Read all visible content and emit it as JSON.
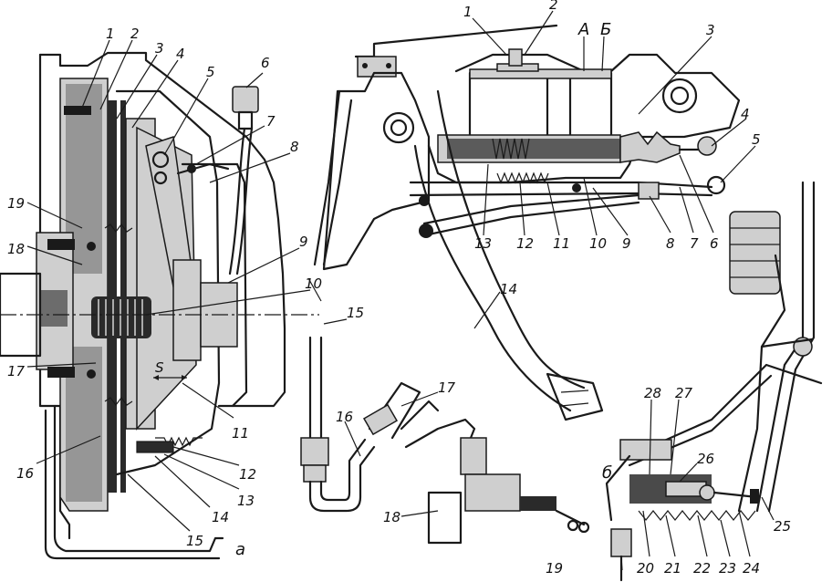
{
  "diagram": {
    "left_view": {
      "view_letter": "а",
      "callouts": [
        "1",
        "2",
        "3",
        "4",
        "5",
        "6",
        "7",
        "8",
        "9",
        "10",
        "11",
        "12",
        "13",
        "14",
        "15",
        "16",
        "17",
        "18",
        "19"
      ],
      "dimension_label": "S"
    },
    "right_view": {
      "callouts": [
        "1",
        "2",
        "3",
        "4",
        "5",
        "6",
        "7",
        "8",
        "9",
        "10",
        "11",
        "12",
        "13",
        "14",
        "15",
        "16",
        "17",
        "18"
      ],
      "section_letters": [
        "А",
        "Б"
      ]
    },
    "detail_view": {
      "view_letter": "б",
      "callouts": [
        "19",
        "20",
        "21",
        "22",
        "23",
        "24",
        "25",
        "26",
        "27",
        "28"
      ]
    }
  }
}
